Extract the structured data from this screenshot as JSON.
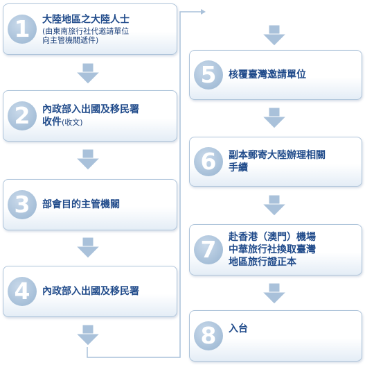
{
  "steps": [
    {
      "n": "1",
      "main": "大陸地區之大陸人士",
      "sub": "(由東南旅行社代邀請單位\n向主管機關遞件)"
    },
    {
      "n": "2",
      "main": "內政部入出國及移民署",
      "main2": "收件",
      "sub_inline": "(收文)"
    },
    {
      "n": "3",
      "main": "部會目的主管機關"
    },
    {
      "n": "4",
      "main": "內政部入出國及移民署"
    },
    {
      "n": "5",
      "main": "核覆臺灣邀請單位"
    },
    {
      "n": "6",
      "main": "副本郵寄大陸辦理相關\n手續"
    },
    {
      "n": "7",
      "main": "赴香港（澳門）機場\n中華旅行社換取臺灣\n地區旅行證正本"
    },
    {
      "n": "8",
      "main": "入台"
    }
  ],
  "colors": {
    "accent": "#1f4a8a",
    "border": "#aec4da",
    "arrow": "#a9c1da",
    "badge": "#a6bfd8"
  }
}
